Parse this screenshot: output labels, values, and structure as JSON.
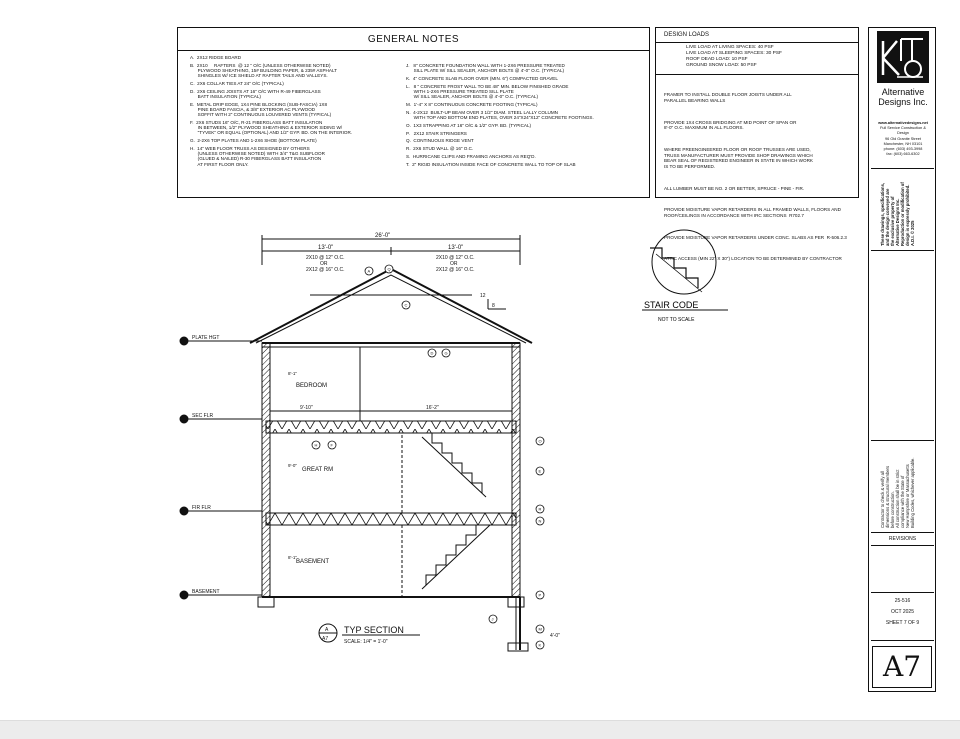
{
  "general_notes": {
    "title": "GENERAL NOTES",
    "left": [
      "A.  2X12 RIDGE BOARD",
      "B.  2X10     RAFTERS  @ 12 \" O/C (UNLESS OTHERWISE NOTED)\n      PLYWOOD SHEATHING, 15# BUILDING PAPER, & 235# ASPHALT\n      SHINGLES W/ ICE SHIELD AT RAFTER TAILS AND VALLEYS.",
      "C.  2X6 COLLAR TIES AT 24\" O/C (TYPICAL)",
      "D.  2X6 CEILING JOISTS AT 16\" O/C WITH R-49 FIBERGLASS\n      BATT INSULATION (TYPICAL)",
      "E.  METAL DRIP EDGE, 1X4 PINE BLOCKING (SUB-FASCIA) 1X8\n      PINE BOARD FASCIA, & 3/8\" EXTERIOR AC PLYWOOD\n      SOFFIT WITH 2\" CONTINUOUS LOUVERED VENTS (TYPICAL)",
      "F.  2X6 STUDS 16\" O/C, R-21 FIBERGLASS BATT INSULATION\n      IN BETWEEN, 1/2\" PLYWOOD SHEATHING & EXTERIOR SIDING W/\n      \"TYVEK\" OR EQUAL (OPTIONAL) AND 1/2\" GYP. BD. ON THE INTERIOR.",
      "G.  2-2X6 TOP PLATES AND 1-2X6 SHOE (BOTTOM PLATE)",
      "H.  14\" WEB FLOOR TRUSS AS DESIGNED BY OTHERS\n      (UNLESS OTHERWISE NOTED) WITH 3/4\" T&G SUBFLOOR\n      (GLUED & NAILED) R-30 FIBERGLASS BATT INSULATION\n      AT FIRST FLOOR ONLY."
    ],
    "right": [
      "J.   8\" CONCRETE FOUNDATION WALL WITH 1-2X6 PRESSURE TREATED\n      SILL PLATE W/ SILL SEALER, ANCHOR BOLTS @ 4'-0\" O.C. (TYPICAL)",
      "K.  4\" CONCRETE SLAB FLOOR OVER (MIN. 6\") COMPACTED GRAVEL",
      "L.   8 \" CONCRETE FROST WALL TO BE 48\" MIN. BELOW FINISHED GRADE\n      WITH 1-2X6 PRESSURE TREATED SILL PLATE\n      W/ SILL SEALER, ANCHOR BOLTS @ 4'-0\" O.C. (TYPICAL)",
      "M.  1'-4\" X 8\" CONTINUOUS CONCRETE FOOTING (TYPICAL)",
      "N.  4-2X12  BUILT-UP BEAM OVER 3 1/2\" DIAM. STEEL LALLY COLUMN\n      WITH TOP AND BOTTOM END PLATES, OVER 24\"X24\"X12\" CONCRETE FOOTINGS.",
      "O.  1X3 STRAPPING AT 16\" O/C & 1/2\" GYP. BD. (TYPICAL)",
      "P.   2X12 STAIR STRINGERS",
      "Q.  CONTINUOUS RIDGE VENT",
      "R.  2X6 STUD WALL @ 16\" O.C.",
      "S.  HURRICANE CLIPS AND FRAMING ANCHORS AS REQ'D.",
      "T.  2\" RIGID INSULATION INSIDE FACE OF CONCRETE WALL TO TOP OF SLAB"
    ]
  },
  "design_loads": {
    "title": "DESIGN LOADS",
    "rows": [
      "LIVE LOAD AT LIVING SPACES:  40 PSF",
      "LIVE LOAD AT SLEEPING SPACES:   30 PSF",
      "ROOF DEAD LOAD: 10 PSF",
      "GROUND SNOW LOAD:          50 PSF"
    ],
    "paragraphs": [
      "FRAMER TO INSTALL DOUBLE FLOOR JOISTS UNDER ALL\nPARALLEL BEARING WALLS",
      "PROVIDE 1X4 CROSS BRIDGING AT MID POINT OF SPAN OR\n8'-0\" O.C. MAXIMUM IN ALL FLOORS.",
      "WHERE PREENGINEERED FLOOR OR ROOF TRUSSES ARE USED,\nTRUSS MANUFACTURER MUST PROVIDE SHOP DRAWINGS WHICH\nBEAR SEAL OF REGISTERED ENGINEER IN STATE IN WHICH WORK\nIS TO BE PERFORMED.",
      "ALL LUMBER MUST BE NO. 2 OR BETTER, SPRUCE - PINE - FIR.",
      "PROVIDE MOISTURE VAPOR RETARDERS IN ALL FRAMED WALLS, FLOORS AND\nROOF/CEILINGS IN ACCORDANCE WITH IRC SECTIONS  R702.7",
      "PROVIDE MOISTURE VAPOR RETARDERS UNDER CONC. SLABS AS PER  R-506.2.3",
      "ATTIC ACCESS (MIN 22\" X 30\") LOCATION TO BE DETERMINED BY CONTRACTOR"
    ]
  },
  "title_block": {
    "company": "Alternative Designs Inc.",
    "website": "www.alternativedesigns.net",
    "address_lines": [
      "Full Service Construction &",
      "Design",
      "96 Old Granite Street",
      "Manchester, NH 03101",
      "phone: (603) 493-3998",
      "fax: (603) 663-6302"
    ],
    "copyright_note": "These drawings, specifications,\nand the design conveyed are\nthe exclusive property of\nAlternative Designs Inc.\nReproduction or modification of\ndesign is expressly prohibited.\nA.D.I. © 2025",
    "contractor_note": "Contractor to check & verify all\ndimensions & structural members\nbefore construction.\nAll construction shall be in strict\ncompliance with the State of\nNew Hampshire or Massachusetts\nBuilding Codes, whichever applicable.",
    "revisions_label": "REVISIONS",
    "job_number": "25-516",
    "date": "OCT 2025",
    "sheet_of": "SHEET 7 OF 9",
    "sheet_number": "A7"
  },
  "drawing": {
    "overall_dim": "26'-0\"",
    "left_half_dim": "13'-0\"",
    "right_half_dim": "13'-0\"",
    "left_span_note": [
      "2X10 @ 12\" O.C.",
      "OR",
      "2X12 @ 16\" O.C."
    ],
    "right_span_note": [
      "2X10 @ 12\" O.C.",
      "OR",
      "2X12 @ 16\" O.C."
    ],
    "pitch": "12",
    "pitch_rise": "8",
    "levels": [
      "PLATE HGT",
      "SEC FLR",
      "FIR FLR",
      "BASEMENT"
    ],
    "rooms": [
      "BEDROOM",
      "GREAT RM",
      "BASEMENT"
    ],
    "room_dims": [
      "9'-10\"",
      "16'-2\""
    ],
    "stair_code_title": "STAIR CODE",
    "stair_code_scale": "NOT TO SCALE",
    "section_title": "TYP SECTION",
    "section_scale": "SCALE: 1/4\" = 1'-0\"",
    "section_tag_top": "A",
    "section_tag_bottom": "A7",
    "callouts": [
      "A",
      "C",
      "Q",
      "B",
      "D",
      "G",
      "H",
      "F",
      "O",
      "E",
      "R",
      "N",
      "P",
      "J",
      "M",
      "K",
      "L",
      "T"
    ],
    "footing_dim": "4'-0\"",
    "heights": [
      "8'-1\"",
      "9'-0\"",
      "8'-1\""
    ]
  }
}
